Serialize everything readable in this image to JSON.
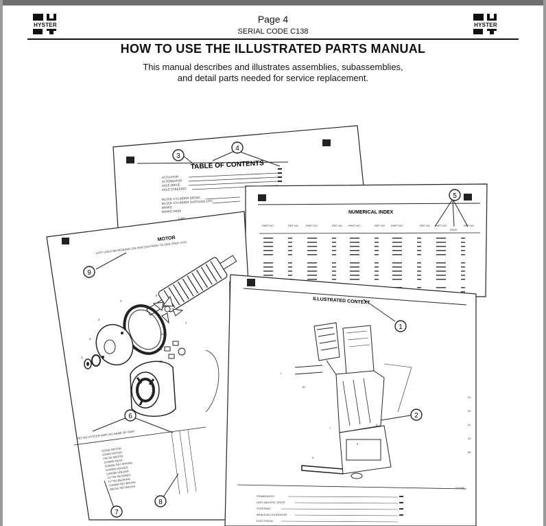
{
  "header": {
    "logo_text": "HYSTER",
    "page": "Page 4",
    "serial_code": "SERIAL CODE C138"
  },
  "title": "HOW TO USE THE ILLUSTRATED PARTS MANUAL",
  "intro": {
    "line1": "This manual describes and illustrates assemblies, subassemblies,",
    "line2": "and detail parts needed for service replacement."
  },
  "sheets": {
    "toc": {
      "title": "TABLE OF CONTENTS",
      "entries": [
        "ACTUATOR",
        "ALTERNATOR",
        "AXLE-DRIVE",
        "AXLE-STEERING",
        "BLOCK-CYLINDER DIESEL",
        "BLOCK-CYLINDER GASOLINE LPG",
        "BRAKE",
        "BRAKE-PARK",
        "CAB"
      ]
    },
    "numerical_index": {
      "title": "NUMERICAL INDEX",
      "col_part": "PART NO",
      "col_ref": "REF NO",
      "col_page": "PAGE"
    },
    "motor": {
      "title": "MOTOR",
      "note": "LAST USED ON PENDING S/N PER ECN PROD TO (SEE PAGE XXX)",
      "parts_header": "REF NO  HYSTER PART NO  NAME OF PART",
      "parts": [
        "315482 MOTOR",
        "315483 MOTOR",
        "296765 MOTOR",
        "1194966 HEAD",
        "1194966 SET-SPRING",
        "1194966 HOLDER",
        "1194966 HOLDER",
        "127766 RETAINER",
        "127766 BEARING",
        "1194966 SET-BRUSH",
        "286163 SET-BRUSH"
      ]
    },
    "context": {
      "title": "ILLUSTRATED CONTEXT",
      "list": [
        "FRAME/BODY",
        "UNIT-MASTER, DRIVE",
        "STEERING",
        "BRAKE/ACCELERATOR",
        "ELECTRICAL"
      ]
    }
  },
  "callouts": [
    "1",
    "2",
    "3",
    "4",
    "5",
    "6",
    "7",
    "8",
    "9"
  ]
}
